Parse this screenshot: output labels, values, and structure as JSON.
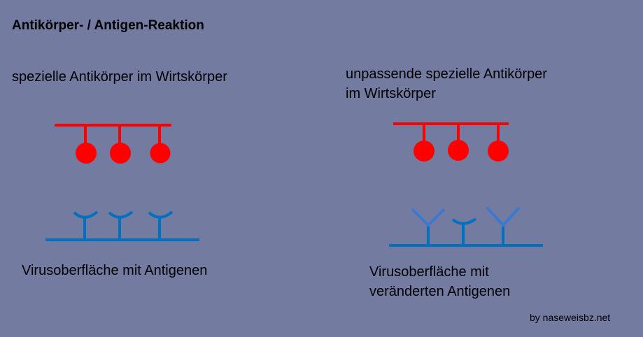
{
  "title": "Antikörper- / Antigen-Reaktion",
  "left": {
    "antibody_label": "spezielle Antikörper im Wirtskörper",
    "virus_label": "Virusoberfläche mit Antigenen"
  },
  "right": {
    "antibody_label_line1": "unpassende spezielle Antikörper",
    "antibody_label_line2": "im Wirtskörper",
    "virus_label_line1": "Virusoberfläche mit",
    "virus_label_line2": "veränderten Antigenen"
  },
  "credit": "by naseweisbz.net",
  "colors": {
    "background": "#737ba1",
    "antibody": "#ff0000",
    "virus": "#0070c0",
    "altered_antigen": "#3b79d0"
  }
}
